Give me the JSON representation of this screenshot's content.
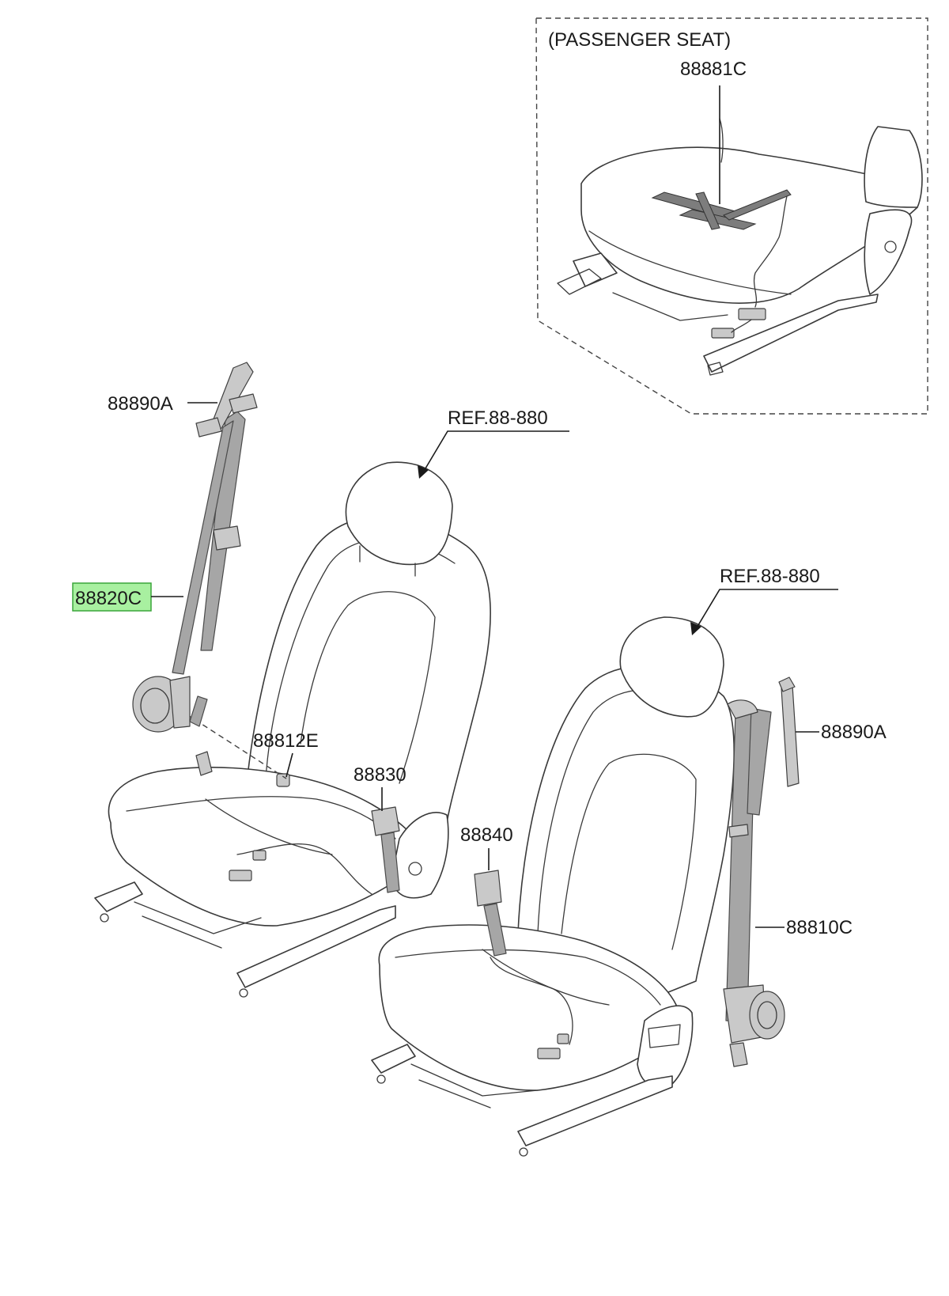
{
  "inset": {
    "title": "(PASSENGER SEAT)"
  },
  "labels": {
    "sensor_mat": "88881C",
    "left_adjuster": "88890A",
    "left_belt": "88820C",
    "anchor_bolt": "88812E",
    "left_buckle": "88830",
    "ref_left": "REF.88-880",
    "ref_right": "REF.88-880",
    "right_buckle": "88840",
    "right_adjuster": "88890A",
    "right_belt": "88810C"
  },
  "highlight": {
    "label": "88820C",
    "color": "#a8f0a0"
  }
}
